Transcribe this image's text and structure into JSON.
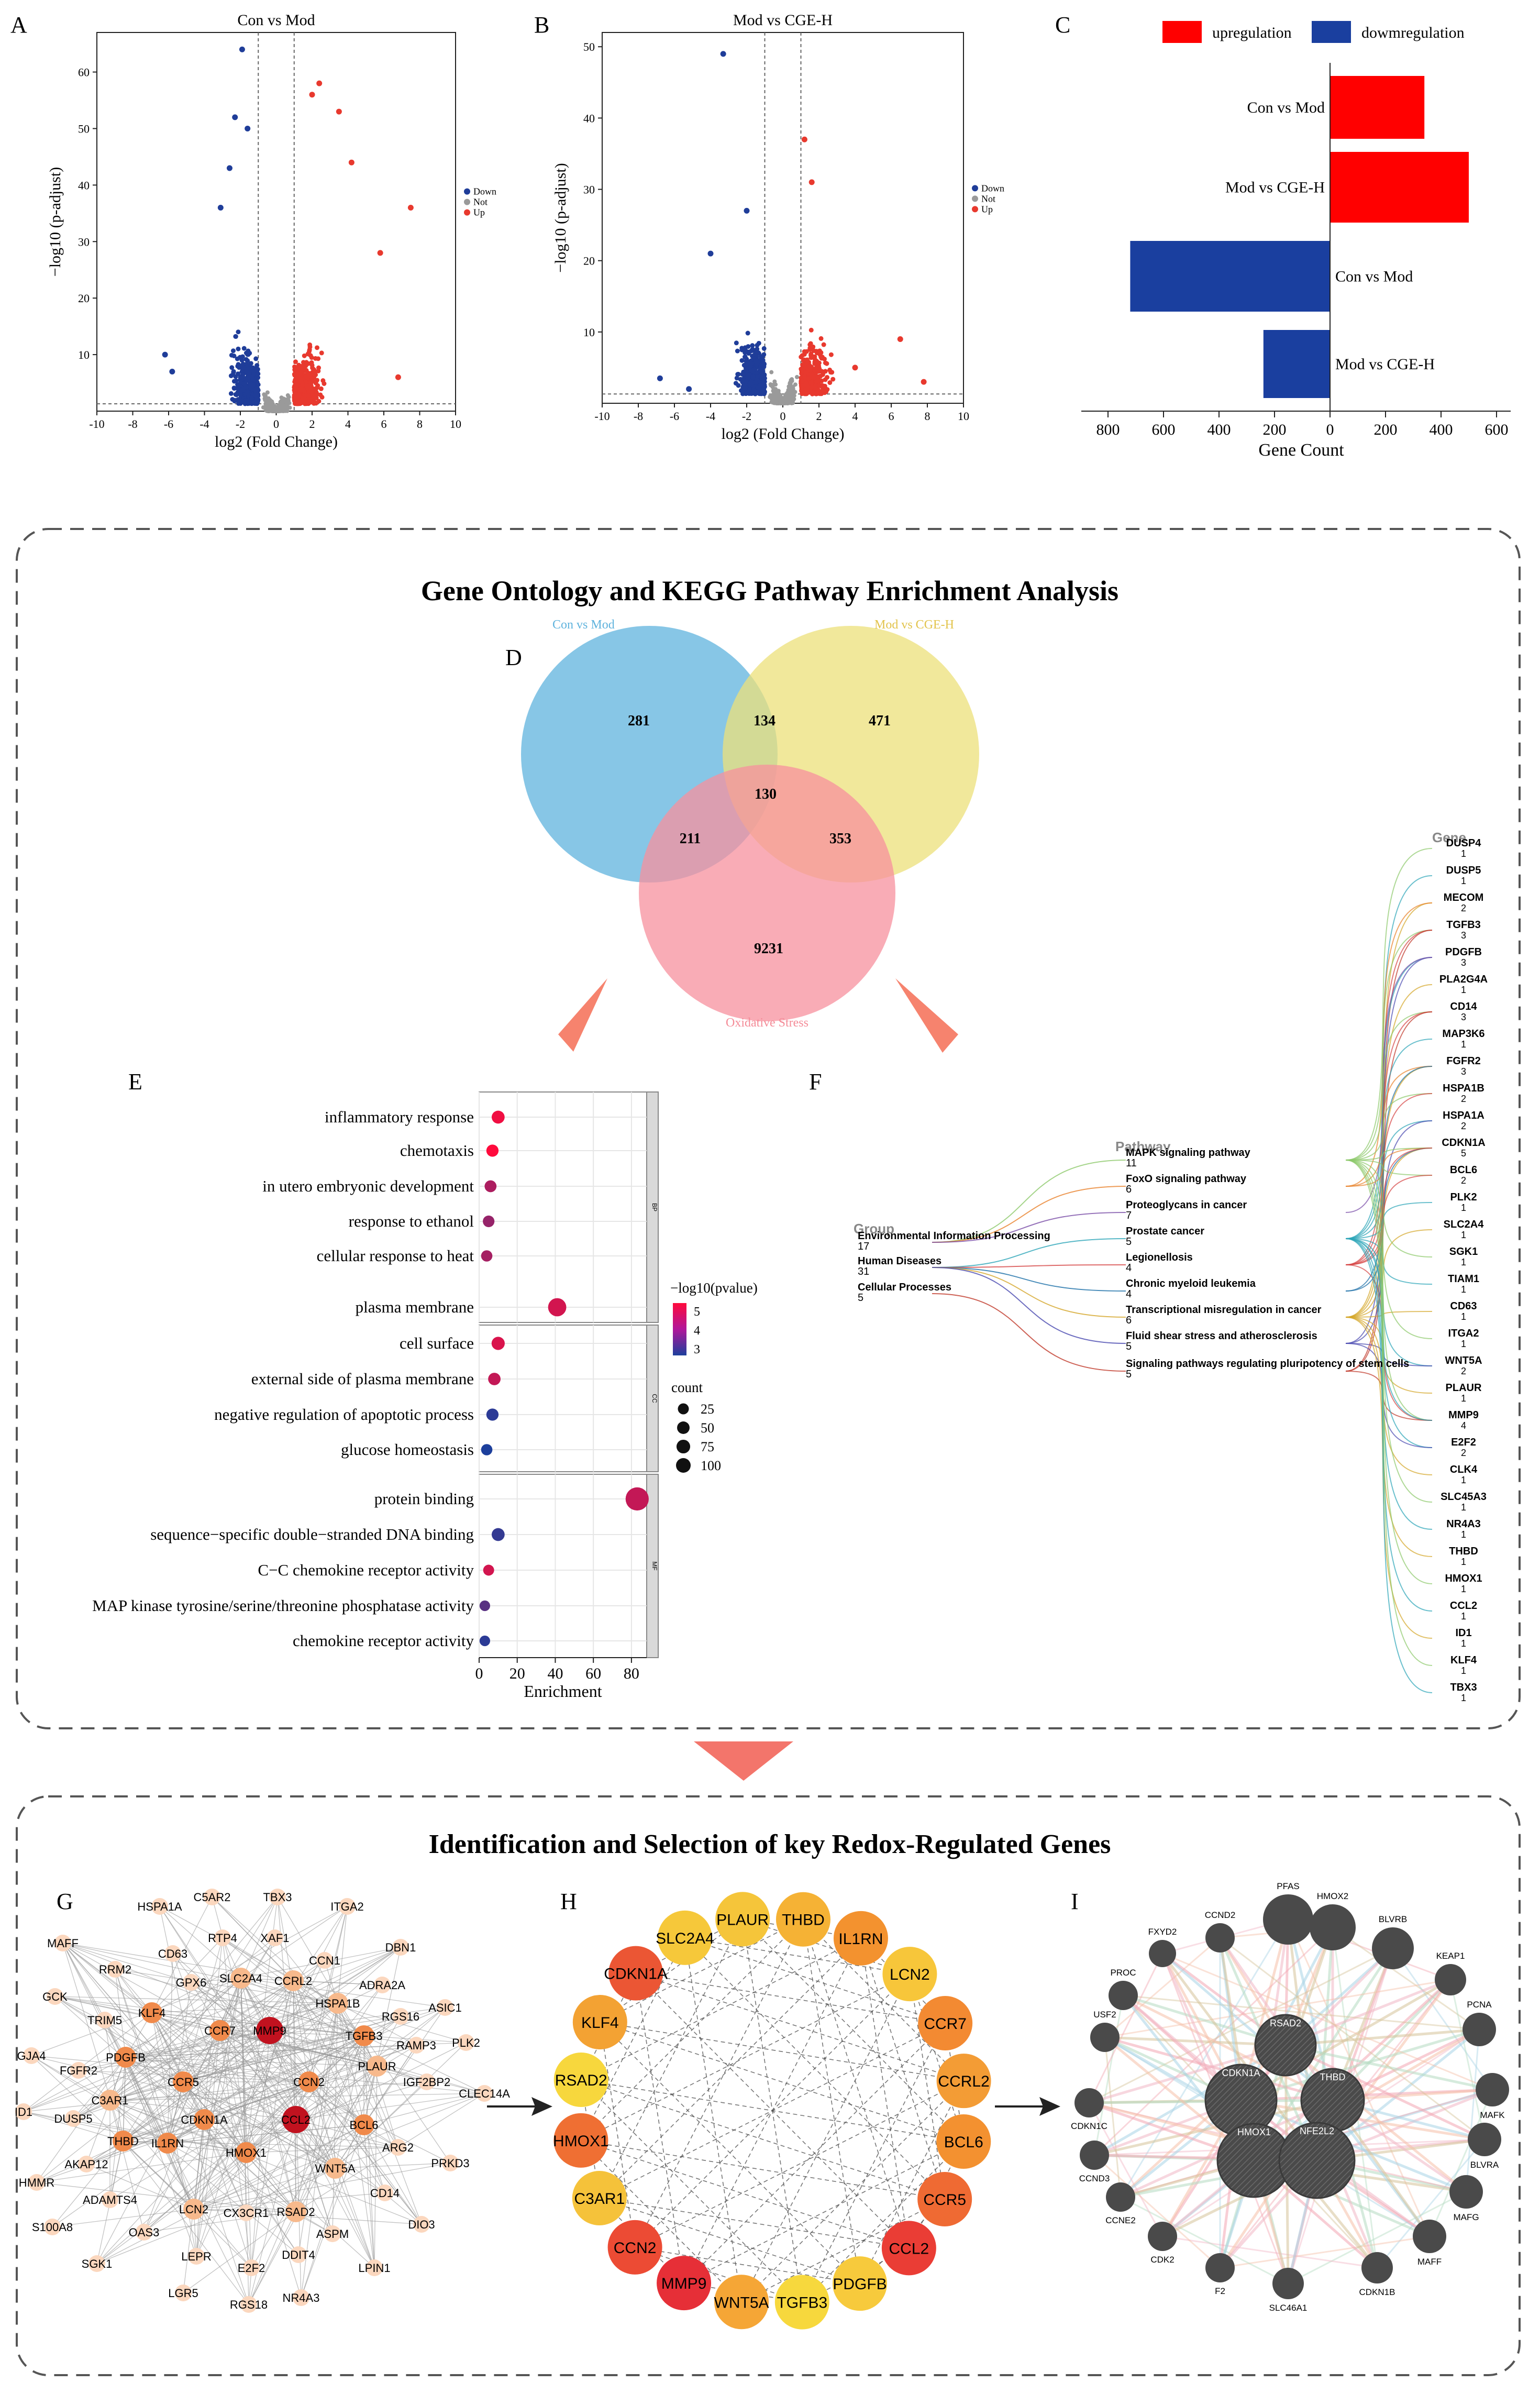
{
  "panel_letters": {
    "A": "A",
    "B": "B",
    "C": "C",
    "D": "D",
    "E": "E",
    "F": "F",
    "G": "G",
    "H": "H",
    "I": "I"
  },
  "section_titles": {
    "enrichment": "Gene Ontology and KEGG Pathway Enrichment Analysis",
    "identification": "Identification and Selection of key Redox-Regulated Genes"
  },
  "chart_data": [
    {
      "id": "A",
      "type": "scatter",
      "title": "Con vs Mod",
      "xlabel": "log2 (Fold Change)",
      "ylabel": "−log10 (p-adjust)",
      "xlim": [
        -10,
        10
      ],
      "ylim": [
        0,
        67
      ],
      "xticks": [
        -10,
        -8,
        -6,
        -4,
        -2,
        0,
        2,
        4,
        6,
        8,
        10
      ],
      "yticks": [
        10,
        20,
        30,
        40,
        50,
        60
      ],
      "legend": [
        "Down",
        "Not",
        "Up"
      ],
      "colors": {
        "Down": "#1f3d99",
        "Not": "#9a9a9a",
        "Up": "#e8392e"
      },
      "thresholds": {
        "fc": 1,
        "p": 1.3
      },
      "highlights": [
        {
          "group": "Down",
          "x": -1.9,
          "y": 64
        },
        {
          "group": "Down",
          "x": -2.3,
          "y": 52
        },
        {
          "group": "Down",
          "x": -1.6,
          "y": 50
        },
        {
          "group": "Down",
          "x": -2.6,
          "y": 43
        },
        {
          "group": "Down",
          "x": -3.1,
          "y": 36
        },
        {
          "group": "Down",
          "x": -6.2,
          "y": 10
        },
        {
          "group": "Down",
          "x": -5.8,
          "y": 7
        },
        {
          "group": "Up",
          "x": 2.4,
          "y": 58
        },
        {
          "group": "Up",
          "x": 2.0,
          "y": 56
        },
        {
          "group": "Up",
          "x": 3.5,
          "y": 53
        },
        {
          "group": "Up",
          "x": 4.2,
          "y": 44
        },
        {
          "group": "Up",
          "x": 7.5,
          "y": 36
        },
        {
          "group": "Up",
          "x": 5.8,
          "y": 28
        },
        {
          "group": "Up",
          "x": 6.8,
          "y": 6
        }
      ]
    },
    {
      "id": "B",
      "type": "scatter",
      "title": "Mod vs CGE-H",
      "xlabel": "log2 (Fold Change)",
      "ylabel": "−log10 (p-adjust)",
      "xlim": [
        -10,
        10
      ],
      "ylim": [
        0,
        52
      ],
      "xticks": [
        -10,
        -8,
        -6,
        -4,
        -2,
        0,
        2,
        4,
        6,
        8,
        10
      ],
      "yticks": [
        10,
        20,
        30,
        40,
        50
      ],
      "legend": [
        "Down",
        "Not",
        "Up"
      ],
      "colors": {
        "Down": "#1f3d99",
        "Not": "#9a9a9a",
        "Up": "#e8392e"
      },
      "thresholds": {
        "fc": 1,
        "p": 1.3
      },
      "highlights": [
        {
          "group": "Down",
          "x": -3.3,
          "y": 49
        },
        {
          "group": "Down",
          "x": -2.0,
          "y": 27
        },
        {
          "group": "Down",
          "x": -4.0,
          "y": 21
        },
        {
          "group": "Down",
          "x": -6.8,
          "y": 3.5
        },
        {
          "group": "Down",
          "x": -5.2,
          "y": 2
        },
        {
          "group": "Up",
          "x": 1.2,
          "y": 37
        },
        {
          "group": "Up",
          "x": 1.6,
          "y": 31
        },
        {
          "group": "Up",
          "x": 6.5,
          "y": 9
        },
        {
          "group": "Up",
          "x": 7.8,
          "y": 3
        },
        {
          "group": "Up",
          "x": 4.0,
          "y": 5
        }
      ]
    },
    {
      "id": "C",
      "type": "bar",
      "orientation": "horizontal",
      "xlabel": "Gene Count",
      "xticks": [
        800,
        600,
        400,
        200,
        0,
        200,
        400,
        600
      ],
      "legend": [
        {
          "name": "upregulation",
          "color": "#ff0000"
        },
        {
          "name": "dowmregulation",
          "color": "#1a3f9f"
        }
      ],
      "bars": [
        {
          "label": "Con vs Mod",
          "series": "upregulation",
          "value": 340
        },
        {
          "label": "Mod vs CGE-H",
          "series": "upregulation",
          "value": 500
        },
        {
          "label": "Con vs Mod",
          "series": "dowmregulation",
          "value": -720
        },
        {
          "label": "Mod vs CGE-H",
          "series": "dowmregulation",
          "value": -240
        }
      ]
    },
    {
      "id": "D",
      "type": "venn",
      "sets": [
        {
          "name": "Con vs Mod",
          "color": "#5fb3dd"
        },
        {
          "name": "Mod vs CGE-H",
          "color": "#ece07a"
        },
        {
          "name": "Oxidative Stress",
          "color": "#f7909e"
        }
      ],
      "regions": {
        "only_con": 281,
        "con_mod": 134,
        "only_mod": 471,
        "all": 130,
        "con_ox": 211,
        "mod_ox": 353,
        "only_ox": 9231
      }
    },
    {
      "id": "E",
      "type": "scatter",
      "xlabel": "Enrichment",
      "xticks": [
        0,
        20,
        40,
        60,
        80
      ],
      "xlim": [
        0,
        88
      ],
      "color_legend_title": "−log10(pvalue)",
      "color_ticks": [
        5,
        4,
        3
      ],
      "size_legend_title": "count",
      "size_ticks": [
        25,
        50,
        75,
        100
      ],
      "facets": [
        "BP",
        "CC",
        "MF"
      ],
      "terms": [
        {
          "facet": "BP",
          "term": "inflammatory response",
          "enrichment": 10,
          "count": 12,
          "neglog10p": 5.2
        },
        {
          "facet": "BP",
          "term": "chemotaxis",
          "enrichment": 7,
          "count": 9,
          "neglog10p": 5.4
        },
        {
          "facet": "BP",
          "term": "in utero embryonic development",
          "enrichment": 6,
          "count": 8,
          "neglog10p": 4.3
        },
        {
          "facet": "BP",
          "term": "response to ethanol",
          "enrichment": 5,
          "count": 7,
          "neglog10p": 4.0
        },
        {
          "facet": "BP",
          "term": "cellular response to heat",
          "enrichment": 4,
          "count": 6,
          "neglog10p": 4.2
        },
        {
          "facet": "CC",
          "term": "plasma membrane",
          "enrichment": 41,
          "count": 45,
          "neglog10p": 4.8
        },
        {
          "facet": "CC",
          "term": "cell surface",
          "enrichment": 10,
          "count": 13,
          "neglog10p": 4.9
        },
        {
          "facet": "CC",
          "term": "external side of plasma membrane",
          "enrichment": 8,
          "count": 10,
          "neglog10p": 4.6
        },
        {
          "facet": "CC",
          "term": "negative regulation of apoptotic process",
          "enrichment": 7,
          "count": 9,
          "neglog10p": 2.6
        },
        {
          "facet": "CC",
          "term": "glucose homeostasis",
          "enrichment": 4,
          "count": 6,
          "neglog10p": 2.4
        },
        {
          "facet": "MF",
          "term": "protein binding",
          "enrichment": 83,
          "count": 95,
          "neglog10p": 4.6
        },
        {
          "facet": "MF",
          "term": "sequence−specific double−stranded DNA binding",
          "enrichment": 10,
          "count": 12,
          "neglog10p": 2.7
        },
        {
          "facet": "MF",
          "term": "C−C chemokine receptor activity",
          "enrichment": 5,
          "count": 5,
          "neglog10p": 4.8
        },
        {
          "facet": "MF",
          "term": "MAP kinase tyrosine/serine/threonine phosphatase activity",
          "enrichment": 3,
          "count": 4,
          "neglog10p": 3.2
        },
        {
          "facet": "MF",
          "term": "chemokine receptor activity",
          "enrichment": 3,
          "count": 4,
          "neglog10p": 2.6
        }
      ]
    },
    {
      "id": "F",
      "type": "sankey",
      "column_titles": {
        "group": "Group",
        "pathway": "Pathway",
        "gene": "Gene"
      },
      "groups": [
        {
          "name": "Environmental Information Processing",
          "count": "17"
        },
        {
          "name": "Human Diseases",
          "count": "31"
        },
        {
          "name": "Cellular Processes",
          "count": "5"
        }
      ],
      "pathways": [
        {
          "name": "MAPK signaling pathway",
          "count": "11"
        },
        {
          "name": "FoxO signaling pathway",
          "count": "6"
        },
        {
          "name": "Proteoglycans in cancer",
          "count": "7"
        },
        {
          "name": "Prostate cancer",
          "count": "5"
        },
        {
          "name": "Legionellosis",
          "count": "4"
        },
        {
          "name": "Chronic myeloid leukemia",
          "count": "4"
        },
        {
          "name": "Transcriptional misregulation in cancer",
          "count": "6"
        },
        {
          "name": "Fluid shear stress and atherosclerosis",
          "count": "5"
        },
        {
          "name": "Signaling pathways regulating pluripotency of stem cells",
          "count": "5"
        }
      ],
      "genes": [
        {
          "name": "DUSP4",
          "count": "1"
        },
        {
          "name": "DUSP5",
          "count": "1"
        },
        {
          "name": "MECOM",
          "count": "2"
        },
        {
          "name": "TGFB3",
          "count": "3"
        },
        {
          "name": "PDGFB",
          "count": "3"
        },
        {
          "name": "PLA2G4A",
          "count": "1"
        },
        {
          "name": "CD14",
          "count": "3"
        },
        {
          "name": "MAP3K6",
          "count": "1"
        },
        {
          "name": "FGFR2",
          "count": "3"
        },
        {
          "name": "HSPA1B",
          "count": "2"
        },
        {
          "name": "HSPA1A",
          "count": "2"
        },
        {
          "name": "CDKN1A",
          "count": "5"
        },
        {
          "name": "BCL6",
          "count": "2"
        },
        {
          "name": "PLK2",
          "count": "1"
        },
        {
          "name": "SLC2A4",
          "count": "1"
        },
        {
          "name": "SGK1",
          "count": "1"
        },
        {
          "name": "TIAM1",
          "count": "1"
        },
        {
          "name": "CD63",
          "count": "1"
        },
        {
          "name": "ITGA2",
          "count": "1"
        },
        {
          "name": "WNT5A",
          "count": "2"
        },
        {
          "name": "PLAUR",
          "count": "1"
        },
        {
          "name": "MMP9",
          "count": "4"
        },
        {
          "name": "E2F2",
          "count": "2"
        },
        {
          "name": "CLK4",
          "count": "1"
        },
        {
          "name": "SLC45A3",
          "count": "1"
        },
        {
          "name": "NR4A3",
          "count": "1"
        },
        {
          "name": "THBD",
          "count": "1"
        },
        {
          "name": "HMOX1",
          "count": "1"
        },
        {
          "name": "CCL2",
          "count": "1"
        },
        {
          "name": "ID1",
          "count": "1"
        },
        {
          "name": "KLF4",
          "count": "1"
        },
        {
          "name": "TBX3",
          "count": "1"
        }
      ],
      "link_colors": [
        "#8dc96b",
        "#e8812a",
        "#7b4fa8",
        "#2ca5b8",
        "#d64545",
        "#1c6fa8",
        "#d4a62a",
        "#4a4ab0",
        "#c0392b"
      ]
    },
    {
      "id": "G",
      "type": "network",
      "nodes": [
        {
          "name": "HSPA1A"
        },
        {
          "name": "C5AR2"
        },
        {
          "name": "TBX3"
        },
        {
          "name": "ITGA2"
        },
        {
          "name": "RTP4"
        },
        {
          "name": "XAF1"
        },
        {
          "name": "MAFF"
        },
        {
          "name": "CD63"
        },
        {
          "name": "CCN1"
        },
        {
          "name": "DBN1"
        },
        {
          "name": "RRM2"
        },
        {
          "name": "GPX6"
        },
        {
          "name": "SLC2A4"
        },
        {
          "name": "CCRL2"
        },
        {
          "name": "ADRA2A"
        },
        {
          "name": "GCK"
        },
        {
          "name": "HSPA1B"
        },
        {
          "name": "RGS16"
        },
        {
          "name": "ASIC1"
        },
        {
          "name": "TRIM5"
        },
        {
          "name": "KLF4"
        },
        {
          "name": "CCR7"
        },
        {
          "name": "MMP9"
        },
        {
          "name": "TGFB3"
        },
        {
          "name": "RAMP3"
        },
        {
          "name": "PLK2"
        },
        {
          "name": "GJA4"
        },
        {
          "name": "PDGFB"
        },
        {
          "name": "FGFR2"
        },
        {
          "name": "CCR5"
        },
        {
          "name": "CCN2"
        },
        {
          "name": "PLAUR"
        },
        {
          "name": "IGF2BP2"
        },
        {
          "name": "CLEC14A"
        },
        {
          "name": "C3AR1"
        },
        {
          "name": "ID1"
        },
        {
          "name": "DUSP5"
        },
        {
          "name": "CDKN1A"
        },
        {
          "name": "CCL2"
        },
        {
          "name": "BCL6"
        },
        {
          "name": "THBD"
        },
        {
          "name": "IL1RN"
        },
        {
          "name": "AKAP12"
        },
        {
          "name": "HMOX1"
        },
        {
          "name": "ARG2"
        },
        {
          "name": "PRKD3"
        },
        {
          "name": "HMMR"
        },
        {
          "name": "WNT5A"
        },
        {
          "name": "ADAMTS4"
        },
        {
          "name": "LCN2"
        },
        {
          "name": "CX3CR1"
        },
        {
          "name": "RSAD2"
        },
        {
          "name": "CD14"
        },
        {
          "name": "S100A8"
        },
        {
          "name": "OAS3"
        },
        {
          "name": "ASPM"
        },
        {
          "name": "DIO3"
        },
        {
          "name": "LEPR"
        },
        {
          "name": "DDIT4"
        },
        {
          "name": "SGK1"
        },
        {
          "name": "E2F2"
        },
        {
          "name": "LPIN1"
        },
        {
          "name": "LGR5"
        },
        {
          "name": "NR4A3"
        },
        {
          "name": "RGS18"
        }
      ]
    },
    {
      "id": "H",
      "type": "network",
      "nodes": [
        {
          "name": "THBD",
          "color": "#f5b235"
        },
        {
          "name": "IL1RN",
          "color": "#f3922f"
        },
        {
          "name": "LCN2",
          "color": "#f7c63a"
        },
        {
          "name": "CCR7",
          "color": "#f38a32"
        },
        {
          "name": "CCRL2",
          "color": "#f39c35"
        },
        {
          "name": "BCL6",
          "color": "#f39130"
        },
        {
          "name": "CCR5",
          "color": "#ef6a33"
        },
        {
          "name": "CCL2",
          "color": "#ea3d35"
        },
        {
          "name": "PDGFB",
          "color": "#f7ca3c"
        },
        {
          "name": "TGFB3",
          "color": "#f7d83d"
        },
        {
          "name": "WNT5A",
          "color": "#f5a636"
        },
        {
          "name": "MMP9",
          "color": "#e62f37"
        },
        {
          "name": "CCN2",
          "color": "#ec4b34"
        },
        {
          "name": "C3AR1",
          "color": "#f5c23a"
        },
        {
          "name": "HMOX1",
          "color": "#ef6f33"
        },
        {
          "name": "RSAD2",
          "color": "#f7d73d"
        },
        {
          "name": "KLF4",
          "color": "#f3a233"
        },
        {
          "name": "CDKN1A",
          "color": "#eb5634"
        },
        {
          "name": "SLC2A4",
          "color": "#f6c83a"
        },
        {
          "name": "PLAUR",
          "color": "#f5c53a"
        }
      ]
    },
    {
      "id": "I",
      "type": "network",
      "hub_nodes": [
        {
          "name": "RSAD2"
        },
        {
          "name": "CDKN1A"
        },
        {
          "name": "THBD"
        },
        {
          "name": "HMOX1"
        },
        {
          "name": "NFE2L2"
        }
      ],
      "outer_nodes": [
        {
          "name": "PFAS"
        },
        {
          "name": "HMOX2"
        },
        {
          "name": "BLVRB"
        },
        {
          "name": "KEAP1"
        },
        {
          "name": "PCNA"
        },
        {
          "name": "MAFK"
        },
        {
          "name": "BLVRA"
        },
        {
          "name": "MAFG"
        },
        {
          "name": "MAFF"
        },
        {
          "name": "CDKN1B"
        },
        {
          "name": "SLC46A1"
        },
        {
          "name": "F2"
        },
        {
          "name": "CDK2"
        },
        {
          "name": "CCNE2"
        },
        {
          "name": "CCND3"
        },
        {
          "name": "CDKN1C"
        },
        {
          "name": "USF2"
        },
        {
          "name": "PROC"
        },
        {
          "name": "FXYD2"
        },
        {
          "name": "CCND2"
        }
      ]
    }
  ]
}
